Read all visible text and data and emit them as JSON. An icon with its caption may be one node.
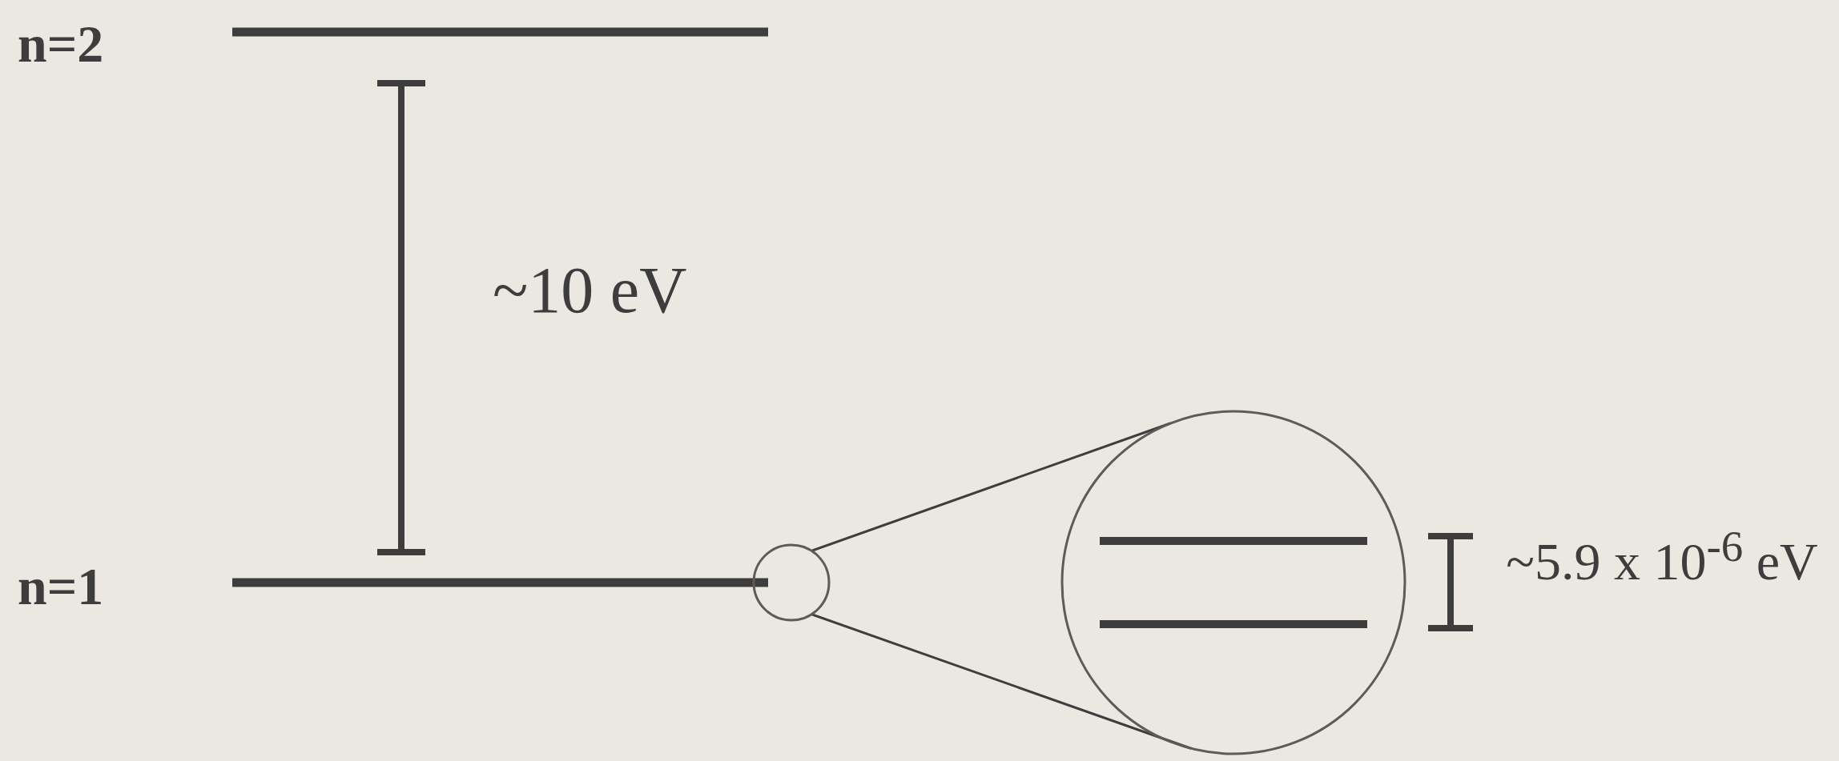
{
  "diagram": {
    "nodes": [
      {
        "text": [],
        "shape": "circle"
      },
      {
        "text": [],
        "shape": "circle"
      }
    ],
    "edges": [
      {
        "from": 0,
        "to": 1,
        "arrow": "none"
      },
      {
        "from": 0,
        "to": 1,
        "arrow": "none"
      }
    ],
    "labels": [
      "n=2",
      "~10 eV",
      "n=1",
      "~5.9 x 10$^{-6}$ eV"
    ]
  }
}
